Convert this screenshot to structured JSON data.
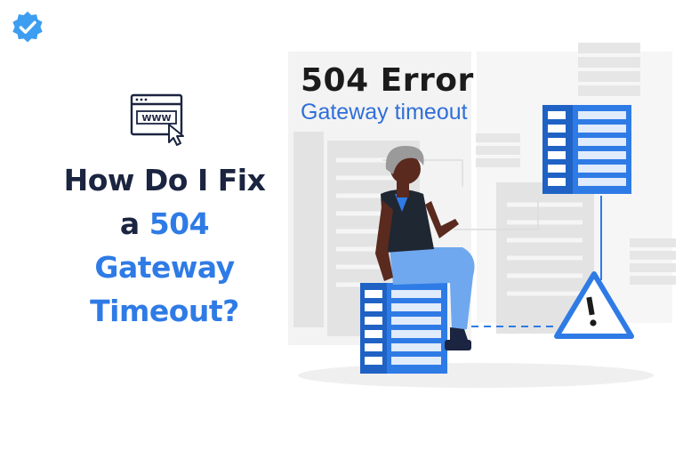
{
  "badge": {
    "icon": "verified-check-icon",
    "color": "#3d9df0"
  },
  "browser_icon": {
    "icon": "browser-window-cursor-icon",
    "text": "WWW"
  },
  "headline": {
    "line1": "How Do I Fix",
    "line2_a": "a",
    "line2_b": "504",
    "line3": "Gateway",
    "line4": "Timeout?"
  },
  "error": {
    "title": "504 Error",
    "subtitle": "Gateway timeout"
  },
  "illustration": {
    "icons": [
      "server-rack-icon",
      "warning-triangle-icon",
      "person-icon"
    ],
    "accent_color": "#2f7be6",
    "text_dark": "#1b2440"
  }
}
